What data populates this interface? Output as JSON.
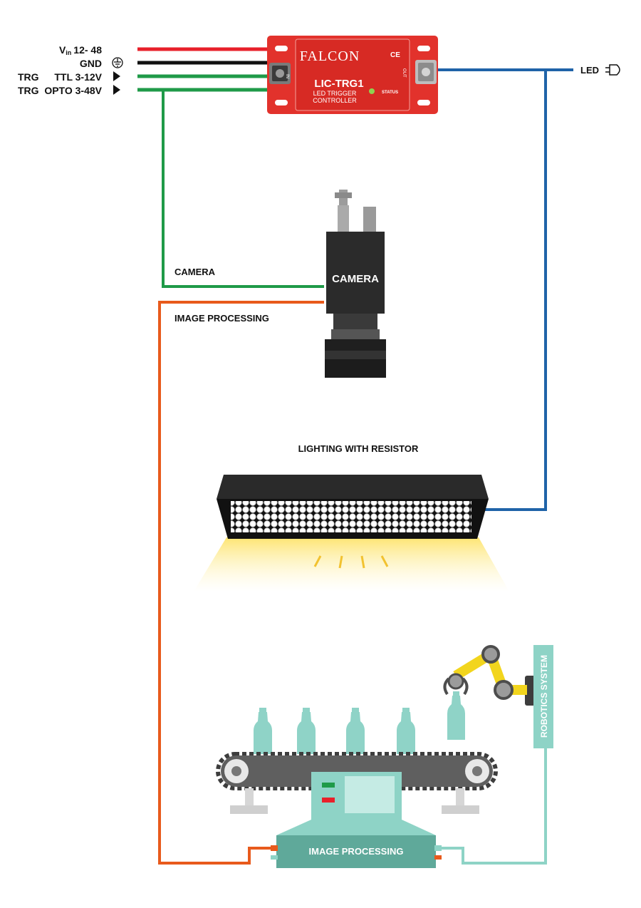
{
  "inputs": {
    "vin_main": "V",
    "vin_sub": "in",
    "vin_value": "12- 48",
    "gnd": "GND",
    "trg1_prefix": "TRG",
    "trg1": "TTL 3-12V",
    "trg2_prefix": "TRG",
    "trg2": "OPTO 3-48V"
  },
  "controller": {
    "brand": "FALCON",
    "ce_mark": "CE",
    "model": "LIC-TRG1",
    "desc_line1": "LED TRIGGER",
    "desc_line2": "CONTROLLER",
    "status": "STATUS",
    "in_label": "IN",
    "out_label": "OUT"
  },
  "led_output": {
    "label": "LED"
  },
  "camera": {
    "device_label": "CAMERA",
    "line_label": "CAMERA"
  },
  "image_processing": {
    "line_label": "IMAGE PROCESSING",
    "box_label": "IMAGE PROCESSING"
  },
  "lighting": {
    "label": "LIGHTING WITH RESISTOR"
  },
  "robotics": {
    "label": "ROBOTICS SYSTEM"
  },
  "colors": {
    "power": "#e8202a",
    "ground": "#111111",
    "trigger": "#1f9a48",
    "led_line": "#1f63a8",
    "processing_line": "#e85a1c",
    "robotics_line": "#8ed3c6",
    "controller_body": "#e2322c",
    "teal_box": "#5fa99a"
  }
}
